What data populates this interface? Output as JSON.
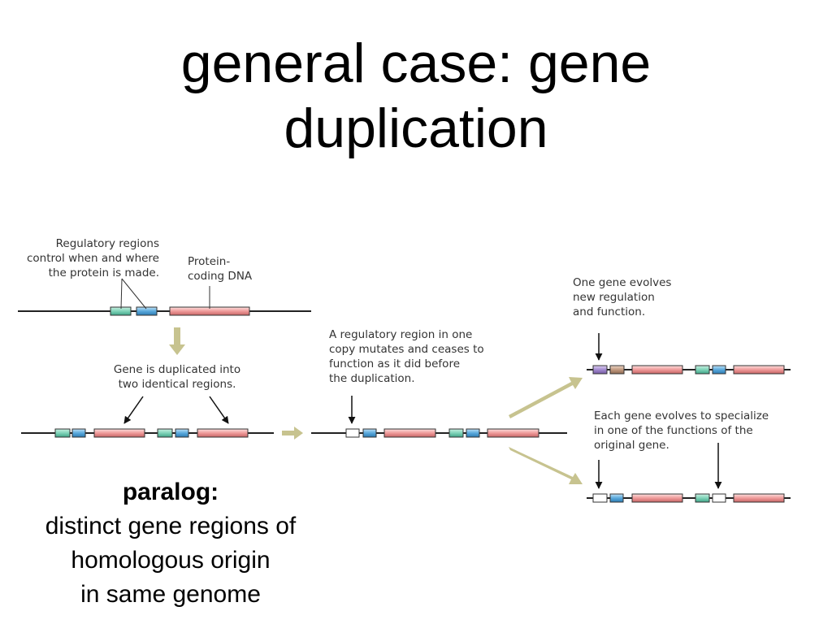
{
  "slide": {
    "title_line1": "general case: gene",
    "title_line2": "duplication"
  },
  "diagram": {
    "regulatory_label": [
      "Regulatory regions",
      "control when and where",
      "the protein is made."
    ],
    "protein_label": [
      "Protein-",
      "coding DNA"
    ],
    "duplicated_label": [
      "Gene is duplicated into",
      "two identical regions."
    ],
    "mutates_label": [
      "A regulatory region in one",
      "copy mutates and ceases to",
      "function as it did before",
      "the duplication."
    ],
    "new_regulation_label": [
      "One gene evolves",
      "new regulation",
      "and function."
    ],
    "specialize_label": [
      "Each gene evolves to specialize",
      "in one of the functions of the",
      "original gene."
    ]
  },
  "definition": {
    "term": "paralog:",
    "line1": "distinct gene regions of",
    "line2": "homologous origin",
    "line3": "in same genome"
  },
  "colors": {
    "regulatory_teal": "#7fd3b8",
    "regulatory_blue": "#5aa9dc",
    "coding_red": "#ef9a9a",
    "mutated_white": "#ffffff",
    "new_purple": "#a48bd0",
    "new_tan": "#c29a80",
    "flow_arrow": "#c7c38f"
  }
}
